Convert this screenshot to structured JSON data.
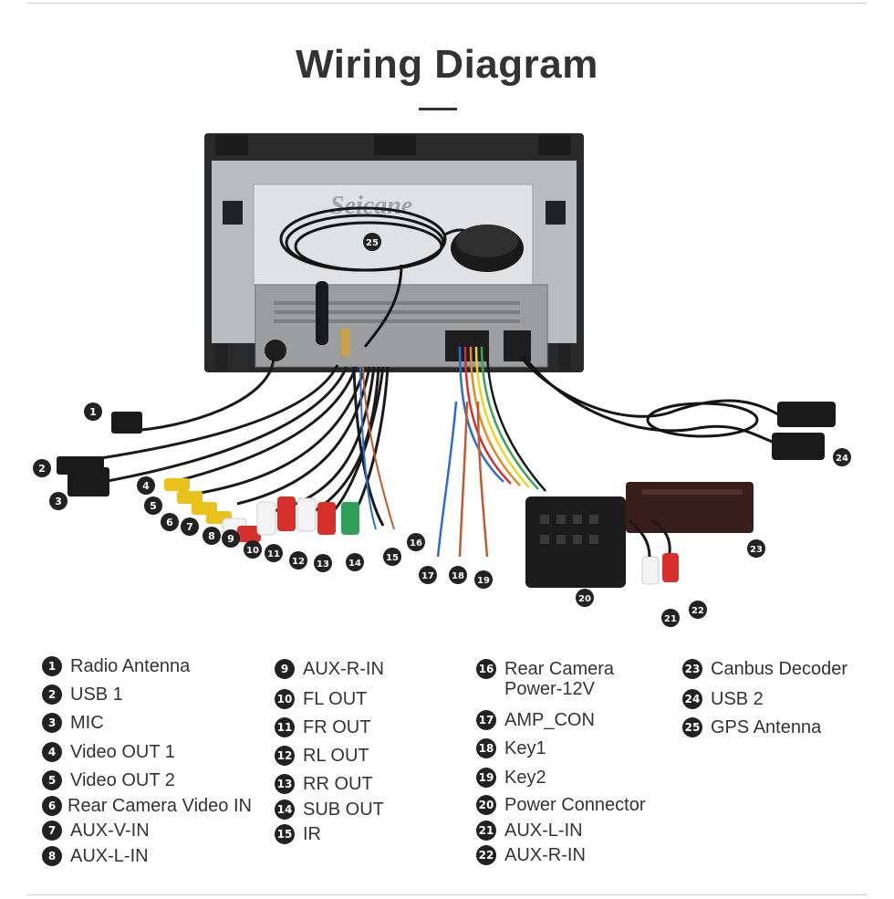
{
  "title": "Wiring Diagram",
  "brand": "Seicane",
  "callouts": [
    "1",
    "2",
    "3",
    "4",
    "5",
    "6",
    "7",
    "8",
    "9",
    "10",
    "11",
    "12",
    "13",
    "14",
    "15",
    "16",
    "17",
    "18",
    "19",
    "20",
    "21",
    "22",
    "23",
    "24",
    "25"
  ],
  "legend": [
    {
      "num": "1",
      "label": "Radio Antenna"
    },
    {
      "num": "2",
      "label": "USB 1"
    },
    {
      "num": "3",
      "label": "MIC"
    },
    {
      "num": "4",
      "label": "Video OUT 1"
    },
    {
      "num": "5",
      "label": "Video OUT 2"
    },
    {
      "num": "6",
      "label": "Rear Camera Video IN"
    },
    {
      "num": "7",
      "label": "AUX-V-IN"
    },
    {
      "num": "8",
      "label": "AUX-L-IN"
    },
    {
      "num": "9",
      "label": "AUX-R-IN"
    },
    {
      "num": "10",
      "label": "FL OUT"
    },
    {
      "num": "11",
      "label": "FR OUT"
    },
    {
      "num": "12",
      "label": "RL OUT"
    },
    {
      "num": "13",
      "label": "RR OUT"
    },
    {
      "num": "14",
      "label": "SUB OUT"
    },
    {
      "num": "15",
      "label": "IR"
    },
    {
      "num": "16",
      "label": "Rear Camera\nPower-12V"
    },
    {
      "num": "17",
      "label": "AMP_CON"
    },
    {
      "num": "18",
      "label": "Key1"
    },
    {
      "num": "19",
      "label": "Key2"
    },
    {
      "num": "20",
      "label": "Power Connector"
    },
    {
      "num": "21",
      "label": "AUX-L-IN"
    },
    {
      "num": "22",
      "label": "AUX-R-IN"
    },
    {
      "num": "23",
      "label": "Canbus Decoder"
    },
    {
      "num": "24",
      "label": "USB 2"
    },
    {
      "num": "25",
      "label": "GPS Antenna"
    }
  ]
}
